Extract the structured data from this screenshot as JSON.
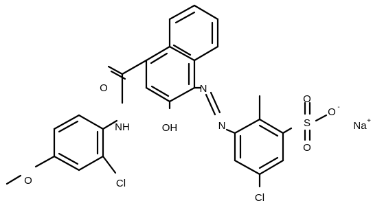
{
  "molecule": {
    "atom_labels": {
      "carbonyl_o": "O",
      "amide_nh": "NH",
      "hydroxyl": "OH",
      "azo_n1": "N",
      "azo_n2": "N",
      "methoxy_o": "O",
      "cl_aryl": "Cl",
      "cl_lower": "Cl",
      "sulfur": "S",
      "sulfonyl_o_top": "O",
      "sulfonyl_o_bottom": "O",
      "sulfonate_o": "O",
      "sulfonate_charge": "-",
      "sodium": "Na",
      "sodium_charge": "+"
    }
  },
  "colors": {
    "ink": "#000000",
    "background": "#ffffff"
  }
}
